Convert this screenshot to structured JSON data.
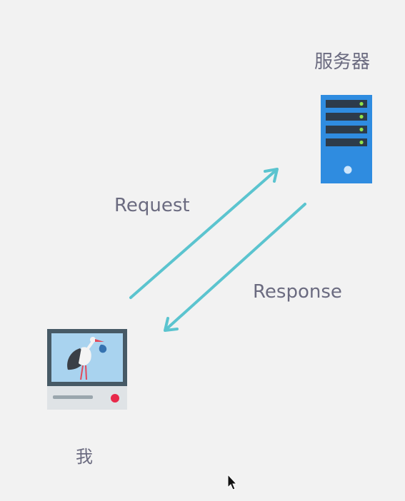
{
  "diagram": {
    "server_label": "服务器",
    "request_label": "Request",
    "response_label": "Response",
    "me_label": "我"
  },
  "icons": {
    "server": "server-icon",
    "computer": "computer-icon",
    "stork": "stork-icon",
    "cursor": "mouse-cursor-icon"
  },
  "colors": {
    "background": "#f2f2f2",
    "arrow": "#5bc4cf",
    "server_body": "#2f8ce0",
    "server_dark": "#2d3b4a",
    "server_led": "#8ee34a",
    "label_text": "#6b6b80"
  }
}
